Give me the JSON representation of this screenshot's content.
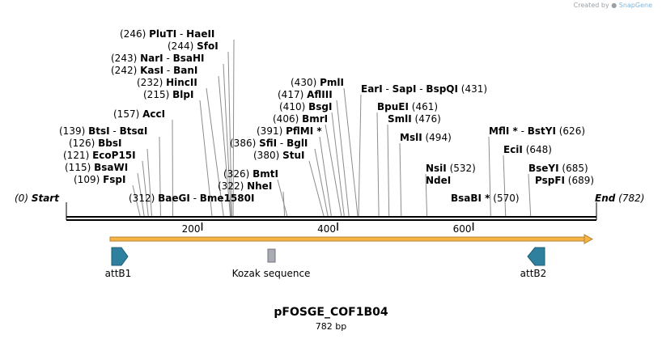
{
  "credit": {
    "text": "Created by",
    "brand": "SnapGene"
  },
  "title": "pFOSGE_COF1B04",
  "subtitle": "782 bp",
  "length": 782,
  "ticks": [
    200,
    400,
    600
  ],
  "sites": [
    {
      "pos": "(246)",
      "name": "PluTI",
      "sep": "  - ",
      "name2": "HaeII",
      "cut": 246
    },
    {
      "pos": "(244)",
      "name": "SfoI",
      "cut": 244
    },
    {
      "pos": "(243)",
      "name": "NarI",
      "sep": "  - ",
      "name2": "BsaHI",
      "cut": 243
    },
    {
      "pos": "(242)",
      "name": "KasI",
      "sep": "  - ",
      "name2": "BanI",
      "cut": 242
    },
    {
      "pos": "(232)",
      "name": "HincII",
      "cut": 232
    },
    {
      "pos": "(215)",
      "name": "BlpI",
      "cut": 215
    },
    {
      "pos": "(157)",
      "name": "AccI",
      "cut": 157
    },
    {
      "pos": "(139)",
      "name": "BtsI",
      "sep": "  - ",
      "name2": "BtsαI",
      "cut": 139
    },
    {
      "pos": "(126)",
      "name": "BbsI",
      "cut": 126
    },
    {
      "pos": "(121)",
      "name": "EcoP15I",
      "cut": 121
    },
    {
      "pos": "(115)",
      "name": "BsaWI",
      "cut": 115
    },
    {
      "pos": "(109)",
      "name": "FspI",
      "cut": 109
    },
    {
      "pos": "(0)",
      "name": "Start",
      "cut": 0
    },
    {
      "pos": "(312)",
      "name": "BaeGI",
      "sep": "  -  ",
      "name2": "Bme1580I",
      "cut": 312
    },
    {
      "pos": "(322)",
      "name": "NheI",
      "cut": 322
    },
    {
      "pos": "(326)",
      "name": "BmtI",
      "cut": 326
    },
    {
      "pos": "(380)",
      "name": "StuI",
      "cut": 380
    },
    {
      "pos": "(386)",
      "name": "SfiI",
      "sep": "  - ",
      "name2": "BglI",
      "cut": 386
    },
    {
      "pos": "(391)",
      "name": "PflMI *",
      "cut": 391
    },
    {
      "pos": "(406)",
      "name": "BmrI",
      "cut": 406
    },
    {
      "pos": "(410)",
      "name": "BsgI",
      "cut": 410
    },
    {
      "pos": "(417)",
      "name": "AflIII",
      "cut": 417
    },
    {
      "pos": "(430)",
      "name": "PmlI",
      "cut": 430
    },
    {
      "pos": "(431)",
      "name": "EarI",
      "sep": "  -  ",
      "name2": "SapI",
      "sep2": "  -  ",
      "name3": "BspQI",
      "cut": 431
    },
    {
      "pos": "(461)",
      "name": "BpuEI",
      "cut": 461
    },
    {
      "pos": "(476)",
      "name": "SmlI",
      "cut": 476
    },
    {
      "pos": "(494)",
      "name": "MslI",
      "cut": 494
    },
    {
      "pos": "(532)",
      "name": "NsiI",
      "cut": 532
    },
    {
      "name": "NdeI",
      "cut": 532
    },
    {
      "name": "BsaBI *",
      "pos": "(570)",
      "cut": 570
    },
    {
      "name": "MflI *",
      "sep": "  - ",
      "name2": "BstYI",
      "pos": "(626)",
      "cut": 626
    },
    {
      "name": "EciI",
      "pos": "(648)",
      "cut": 648
    },
    {
      "name": "BseYI",
      "pos": "(685)",
      "cut": 685
    },
    {
      "name": "PspFI",
      "pos": "(689)",
      "cut": 689
    },
    {
      "name": "End",
      "pos": "(782)",
      "cut": 782
    }
  ],
  "features": [
    {
      "name": "attB1",
      "kind": "arrow-right",
      "color": "#2f7f9e"
    },
    {
      "name": "Kozak sequence",
      "kind": "box",
      "color": "#a9adb3"
    },
    {
      "name": "attB2",
      "kind": "arrow-left",
      "color": "#2f7f9e"
    }
  ],
  "colors": {
    "orf": "#f5b443",
    "orf_edge": "#b8863a",
    "backbone": "#000000",
    "leader": "#8c8c8c"
  }
}
